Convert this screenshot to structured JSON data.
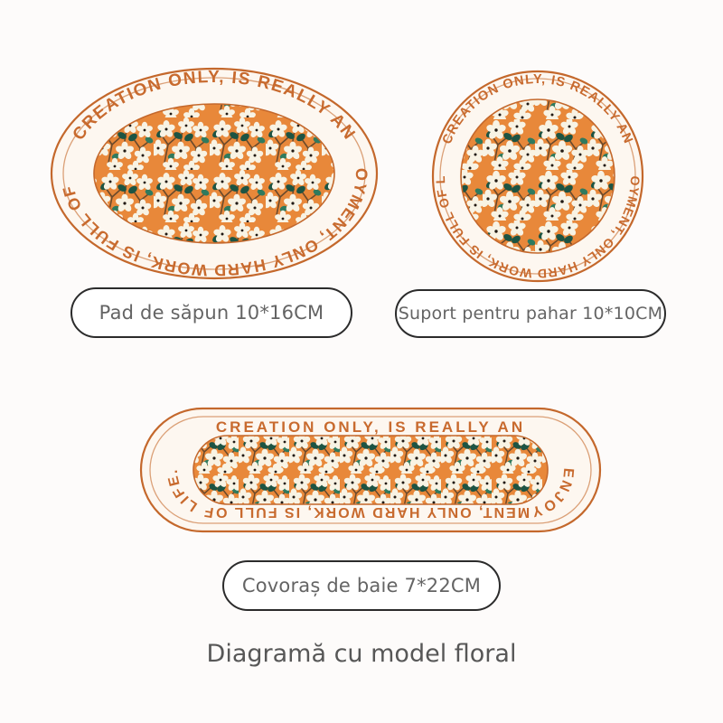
{
  "page": {
    "title": "Diagramă cu model floral",
    "background_color": "#fdfbfa"
  },
  "palette": {
    "orange_field": "#e8883a",
    "rim_stroke": "#c4682c",
    "rim_band": "#fdf7f0",
    "flower_petal": "#f8f3e4",
    "flower_center": "#211a14",
    "leaf_dark": "#1d5443",
    "leaf_mid": "#2f7a5e",
    "stem": "#6b4a2b",
    "pill_border": "#2b2b2b",
    "pill_text": "#646464",
    "title_text": "#575757"
  },
  "rim_motto": "CREATION ONLY, IS REALLY AN ENJOYMENT, ONLY HARD WORK, IS FULL OF LIFE.",
  "rim_motto_top": "CREATION ONLY, IS REALLY AN",
  "rim_motto_bottom": "ENJOYMENT, ONLY HARD WORK, IS FULL OF LIFE.",
  "products": [
    {
      "id": "soap-pad",
      "shape": "oval",
      "label": "Pad de săpun 10*16CM",
      "size": "10*16CM",
      "name_ro": "Pad de săpun"
    },
    {
      "id": "cup-coaster",
      "shape": "circle",
      "label": "Suport pentru pahar 10*10CM",
      "size": "10*10CM",
      "name_ro": "Suport pentru pahar"
    },
    {
      "id": "bath-mat",
      "shape": "stadium",
      "label": "Covoraș de baie 7*22CM",
      "size": "7*22CM",
      "name_ro": "Covoraș de baie"
    }
  ]
}
